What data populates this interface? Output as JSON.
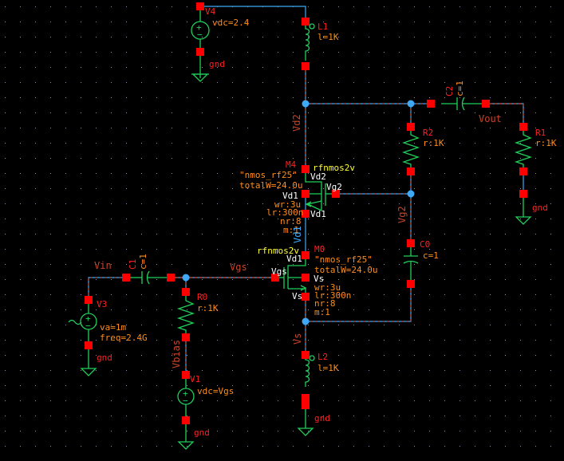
{
  "app": {
    "type": "schematic-editor",
    "background": "#000000"
  },
  "colors": {
    "wire": "#3fa9f5",
    "wire_selected_dash": "#c8442a",
    "symbol": "#1fd05a",
    "pin": "#ff0000",
    "instance_name": "#ff2020",
    "parameter": "#ff8c1a",
    "cell_name": "#ffff33",
    "terminal": "#ffffff"
  },
  "components": {
    "V4": {
      "name": "V4",
      "param": "vdc=2.4",
      "gnd": "gnd"
    },
    "L1": {
      "name": "L1",
      "param": "l=1K"
    },
    "C2": {
      "name": "C2",
      "param": "c=1"
    },
    "R2": {
      "name": "R2",
      "param": "r:1K"
    },
    "R1": {
      "name": "R1",
      "param": "r:1K",
      "gnd": "gnd"
    },
    "M4": {
      "name": "M4",
      "cell": "rfnmos2v",
      "model": "\"nmos_rf25\"",
      "totalW": "totalW=24.0u",
      "d_term": "Vd2",
      "g_term": "Vg2",
      "s_term": "Vd1",
      "b_term": "Vd1",
      "wr": "wr:3u",
      "lr": "lr:300n",
      "nr": "nr:8",
      "m": "m:1"
    },
    "M0": {
      "name": "M0",
      "cell": "rfnmos2v",
      "model": "\"nmos_rf25\"",
      "totalW": "totalW=24.0u",
      "d_term": "Vd1",
      "g_term": "Vgs",
      "s_term": "Vs",
      "b_term": "Vs",
      "wr": "wr:3u",
      "lr": "lr:300n",
      "nr": "nr:8",
      "m": "m:1"
    },
    "C0": {
      "name": "C0",
      "param": "c=1"
    },
    "C1": {
      "name": "C1",
      "param": "c=1"
    },
    "V3": {
      "name": "V3",
      "param1": "va=1m",
      "param2": "freq=2.4G",
      "gnd": "gnd"
    },
    "R0": {
      "name": "R0",
      "param": "r:1K"
    },
    "V1": {
      "name": "V1",
      "param": "vdc=Vgs",
      "gnd": "gnd"
    },
    "L2": {
      "name": "L2",
      "param": "l=1K",
      "gnd": "gnd"
    }
  },
  "nets": {
    "vd2": "Vd2",
    "vout": "Vout",
    "vg2": "Vg2",
    "vd1": "Vd1",
    "vin": "Vin",
    "vgs": "Vgs",
    "vbias": "Vbias",
    "vs": "Vs"
  }
}
